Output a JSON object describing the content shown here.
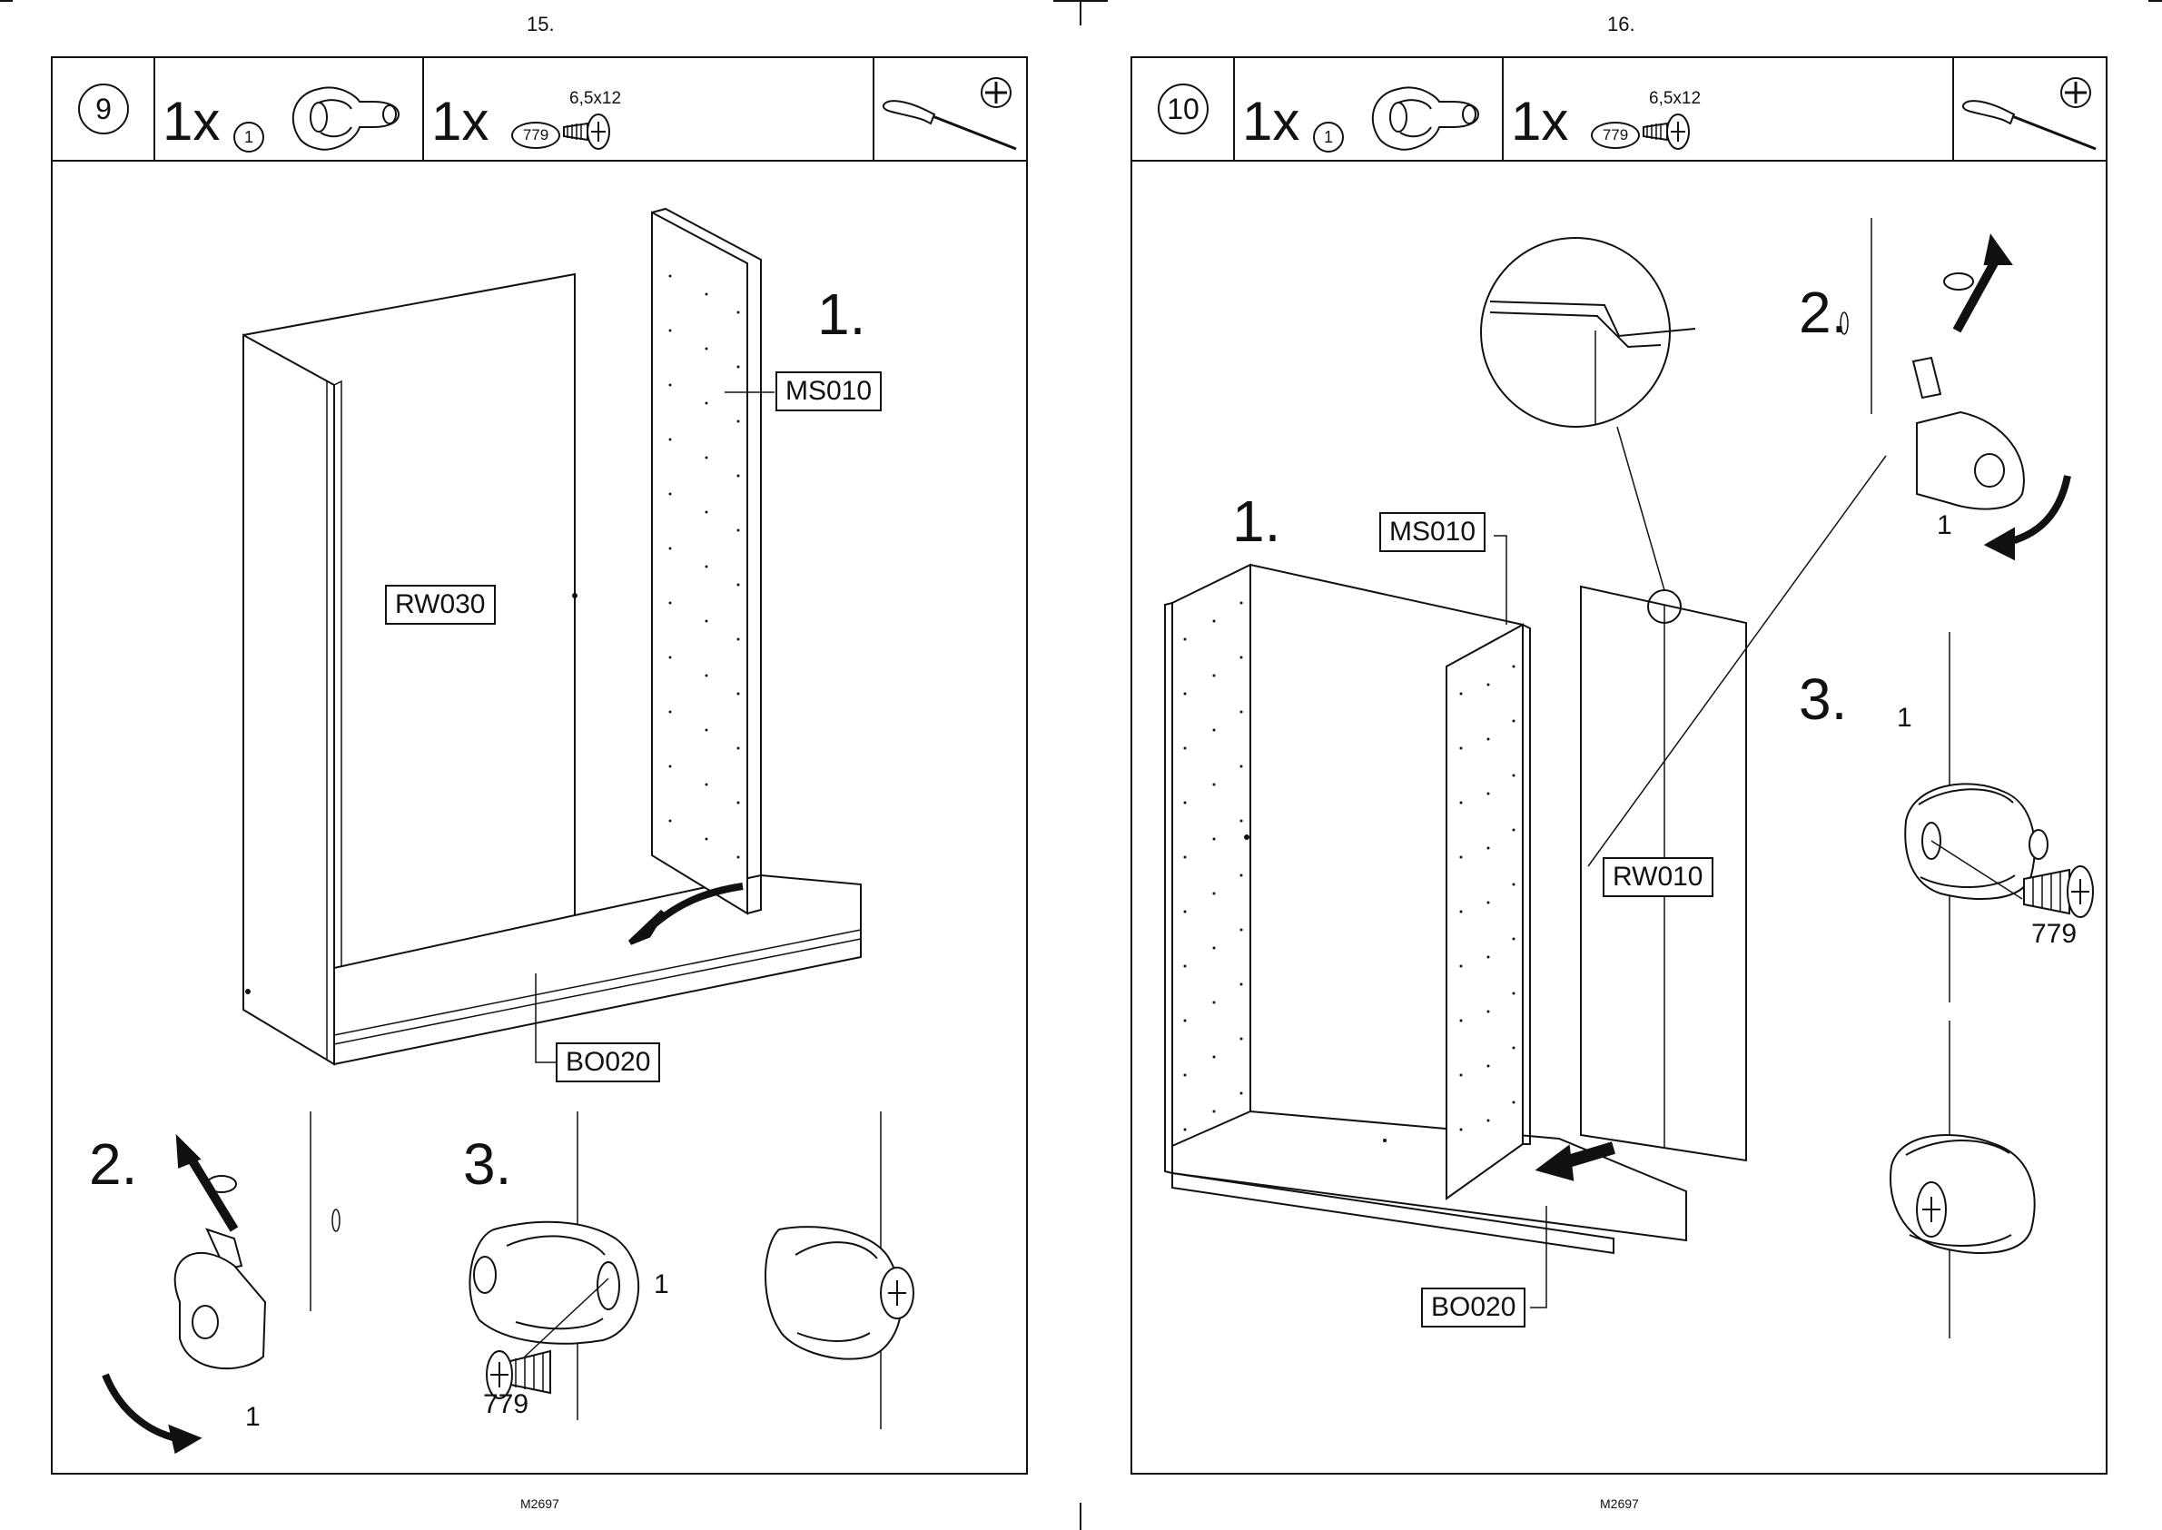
{
  "pages": [
    {
      "page_number": "15.",
      "footer_code": "M2697",
      "step": "9",
      "parts": [
        {
          "qty": "1x",
          "part_id": "1",
          "icon": "cam-lock-connector-icon"
        },
        {
          "qty": "1x",
          "part_id": "779",
          "spec": "6,5x12",
          "icon": "screw-icon"
        }
      ],
      "tool_icon": "phillips-screwdriver-icon",
      "panel_labels": {
        "ms": "MS010",
        "rw": "RW030",
        "bo": "BO020"
      },
      "sub_steps": [
        "1.",
        "2.",
        "3."
      ],
      "callouts": {
        "connector": "1",
        "screw": "779",
        "connector_b": "1"
      }
    },
    {
      "page_number": "16.",
      "footer_code": "M2697",
      "step": "10",
      "parts": [
        {
          "qty": "1x",
          "part_id": "1",
          "icon": "cam-lock-connector-icon"
        },
        {
          "qty": "1x",
          "part_id": "779",
          "spec": "6,5x12",
          "icon": "screw-icon"
        }
      ],
      "tool_icon": "phillips-screwdriver-icon",
      "panel_labels": {
        "ms": "MS010",
        "rw": "RW010",
        "bo": "BO020"
      },
      "sub_steps": [
        "1.",
        "2.",
        "3."
      ],
      "callouts": {
        "connector": "1",
        "screw": "779",
        "connector_b": "1"
      }
    }
  ]
}
